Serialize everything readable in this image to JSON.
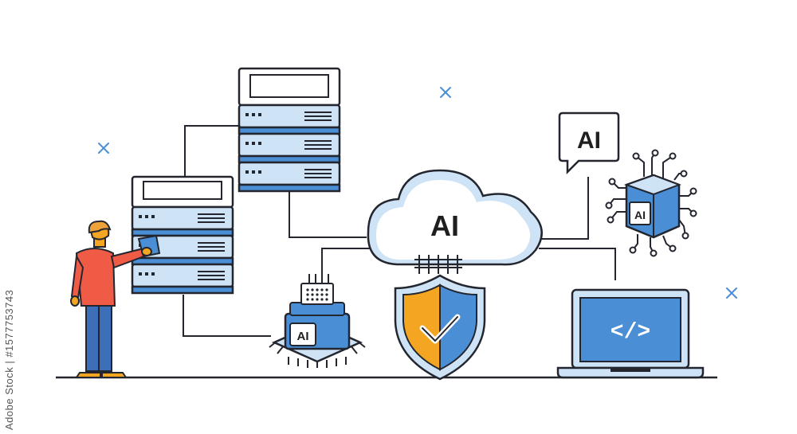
{
  "labels": {
    "cloud": "AI",
    "speech_bubble": "AI",
    "chip_floating": "AI",
    "chip_stack": "AI",
    "code_symbol": "</>"
  },
  "watermark": {
    "side_text": "Adobe Stock | #1577753743"
  },
  "colors": {
    "outline": "#23262e",
    "blue": "#4a8fd6",
    "light_blue": "#cfe3f7",
    "orange": "#f4a623",
    "person_shirt": "#ef5b45",
    "person_pants": "#3d6fb8",
    "person_hair": "#f0a23a",
    "screen_blue": "#4a8fd6"
  },
  "icons": [
    "server-rack-icon",
    "cloud-icon",
    "shield-check-icon",
    "laptop-code-icon",
    "ai-chip-icon",
    "speech-bubble-icon",
    "sparkle-icon",
    "person-icon"
  ]
}
